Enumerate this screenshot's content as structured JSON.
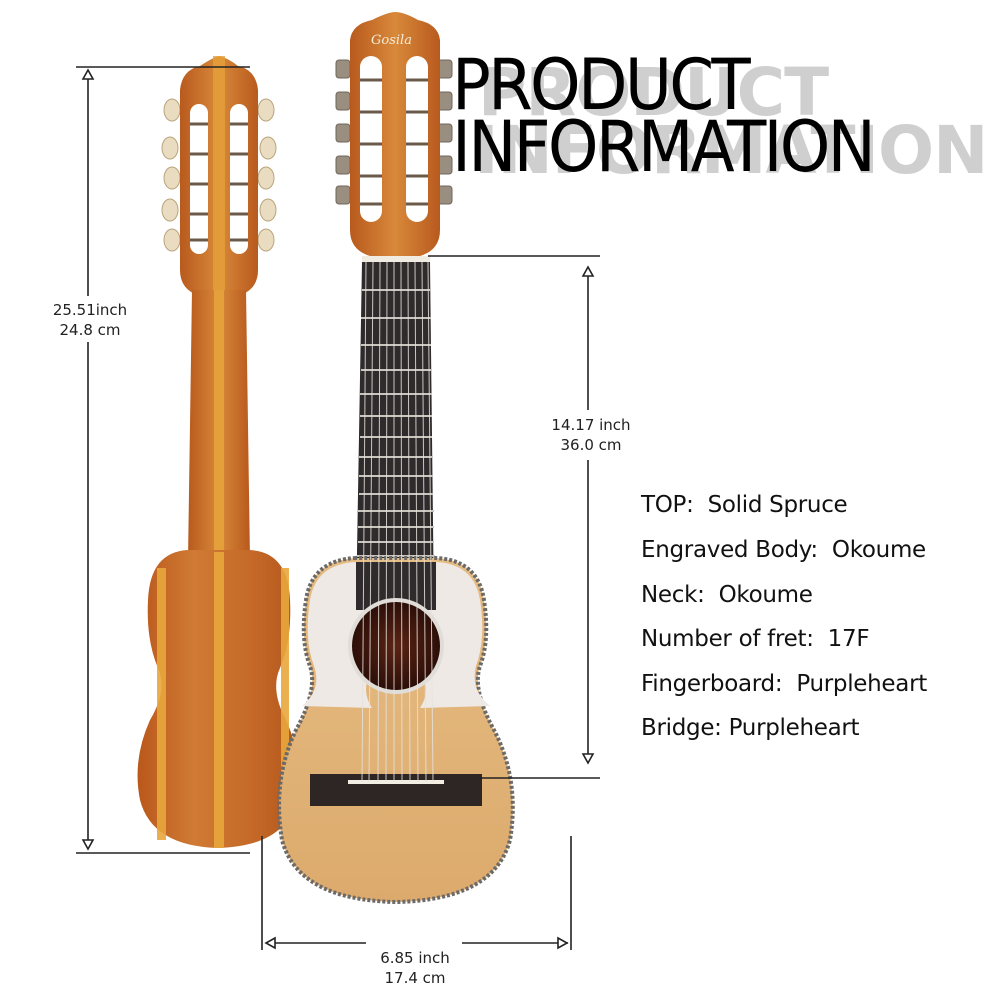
{
  "brand": {
    "logo_text": "Gosila"
  },
  "title": {
    "line1": "PRODUCT",
    "line2": "INFORMATION",
    "shadow_color": "#cfcfcf",
    "text_color": "#000000"
  },
  "dimensions": {
    "total_length": {
      "inch": "25.51inch",
      "cm": "24.8 cm"
    },
    "scale_length": {
      "inch": "14.17 inch",
      "cm": "36.0 cm"
    },
    "body_width": {
      "inch": "6.85 inch",
      "cm": "17.4 cm"
    }
  },
  "specs": [
    {
      "label": "TOP:",
      "value": "Solid Spruce",
      "text": "TOP:  Solid Spruce"
    },
    {
      "label": "Engraved Body:",
      "value": "Okoume",
      "text": "Engraved Body:  Okoume"
    },
    {
      "label": "Neck:",
      "value": "Okoume",
      "text": "Neck:  Okoume"
    },
    {
      "label": "Number of fret:",
      "value": "17F",
      "text": "Number of fret:  17F"
    },
    {
      "label": "Fingerboard:",
      "value": "Purpleheart",
      "text": "Fingerboard:  Purpleheart"
    },
    {
      "label": "Bridge:",
      "value": "Purpleheart",
      "text": "Bridge: Purpleheart"
    }
  ],
  "colors": {
    "wood_back": "#c86a24",
    "wood_stripe": "#e6a83c",
    "spruce_top": "#e3b77c",
    "pickguard": "#efe9e6",
    "fingerboard": "#2e2a2b",
    "soundhole": "#3a140c"
  }
}
